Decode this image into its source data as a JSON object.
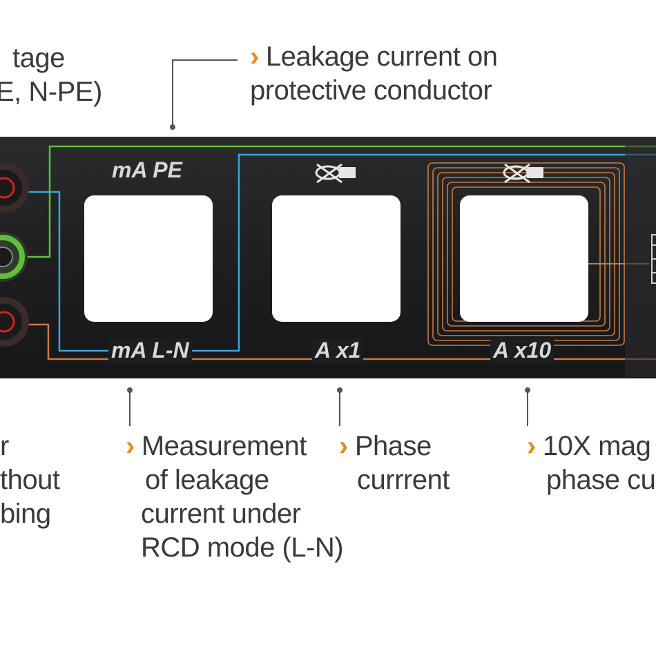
{
  "callouts": {
    "voltage": {
      "line1": "tage",
      "line2": "E, N-PE)"
    },
    "leakage_pe": {
      "line1": "Leakage current on",
      "line2": "protective conductor"
    },
    "left_bottom": {
      "line1": "r",
      "line2": "thout",
      "line3": "bing"
    },
    "rcd": {
      "line1": "Measurement",
      "line2": "of leakage",
      "line3": "current under",
      "line4": "RCD mode (L-N)"
    },
    "phase": {
      "line1": "Phase",
      "line2": "currrent"
    },
    "tenx": {
      "line1": "10X mag",
      "line2": "phase cu"
    }
  },
  "panel": {
    "ma_pe_label": "mA PE",
    "ma_ln_label": "mA L-N",
    "a_x1_label": "A x1",
    "a_x10_label": "A x10"
  },
  "colors": {
    "accent_arrow": "#e8891c",
    "trace_green": "#5fbf3a",
    "trace_blue": "#3aa6d8",
    "trace_copper": "#c97a45",
    "jack_red": "#d42020"
  },
  "icons": [
    "clamp-crossed-icon",
    "clamp-crossed-icon"
  ]
}
